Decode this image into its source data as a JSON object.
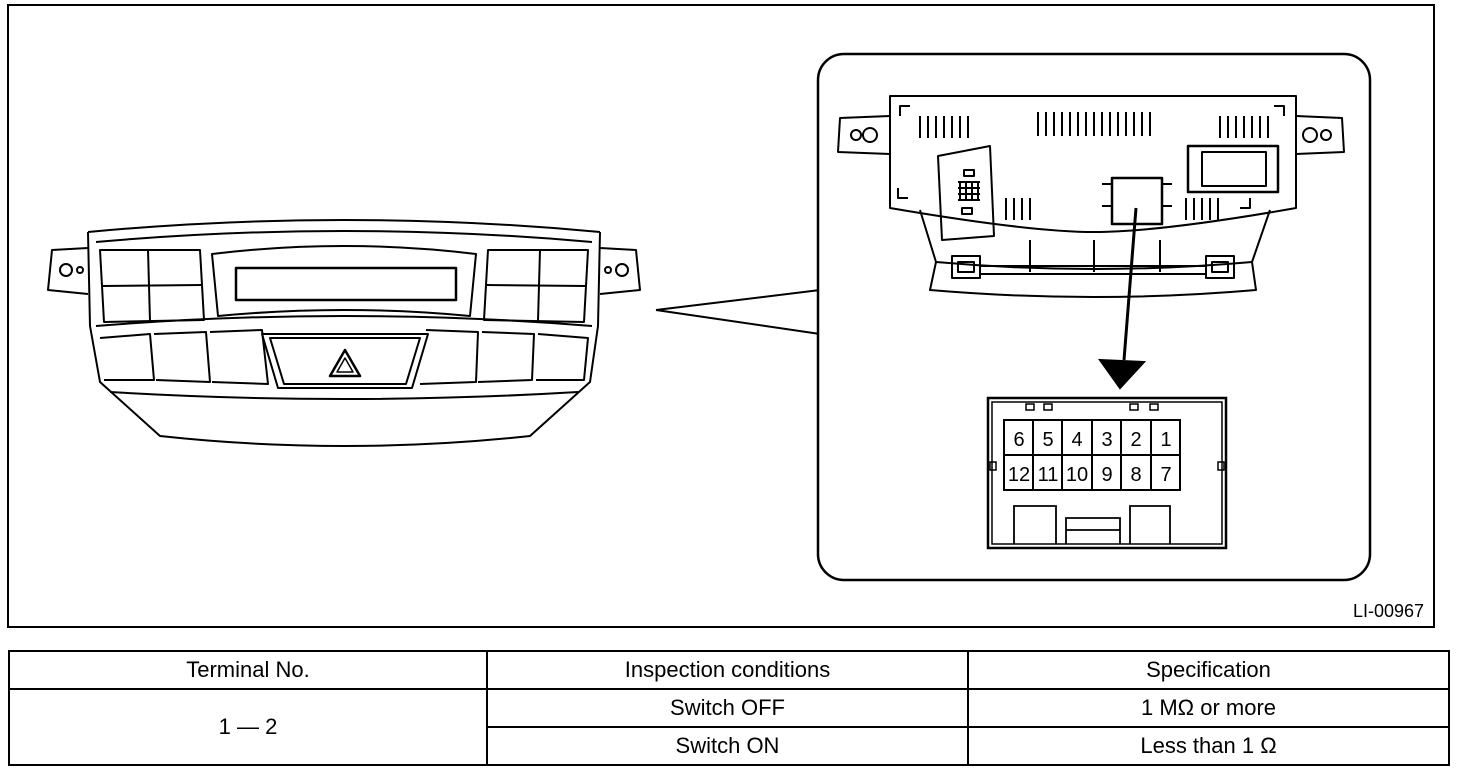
{
  "figure": {
    "code": "LI-00967",
    "connector_pins": {
      "top_row": [
        "6",
        "5",
        "4",
        "3",
        "2",
        "1"
      ],
      "bottom_row": [
        "12",
        "11",
        "10",
        "9",
        "8",
        "7"
      ]
    }
  },
  "table": {
    "headers": [
      "Terminal No.",
      "Inspection conditions",
      "Specification"
    ],
    "terminal": "1 — 2",
    "rows": [
      {
        "condition": "Switch OFF",
        "spec": "1 MΩ or more"
      },
      {
        "condition": "Switch ON",
        "spec": "Less than 1 Ω"
      }
    ]
  }
}
